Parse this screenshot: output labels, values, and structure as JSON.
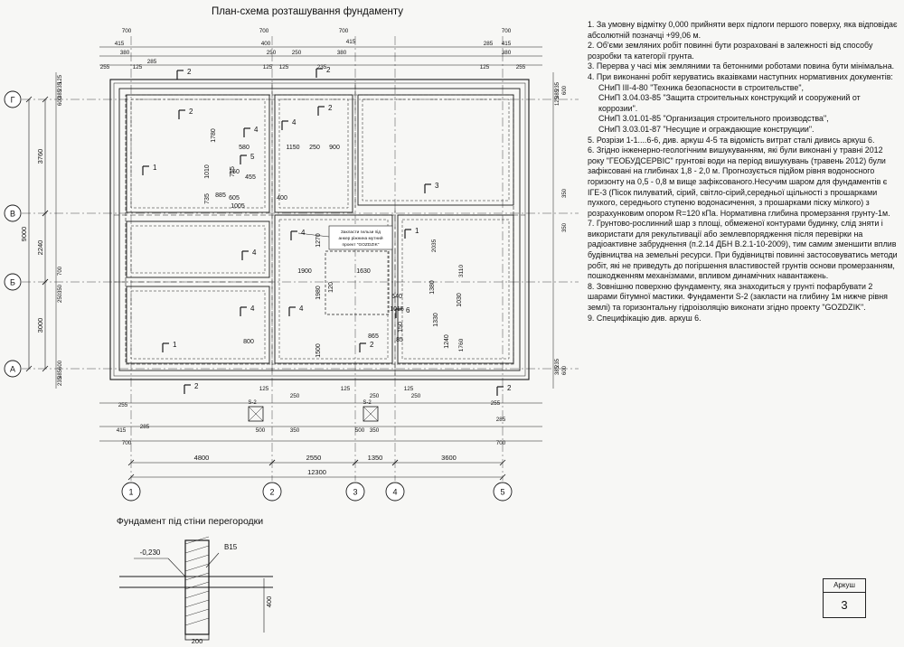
{
  "plan_title": "План-схема розташування фундаменту",
  "section_title": "Фундамент під стіни перегородки",
  "axes_letters": [
    "Г",
    "В",
    "Б",
    "А"
  ],
  "axes_numbers": [
    "1",
    "2",
    "3",
    "4",
    "5"
  ],
  "overall_dims": [
    "4800",
    "2550",
    "1350",
    "3600",
    "12300"
  ],
  "left_dims": [
    "9000",
    "3760",
    "2240",
    "3000"
  ],
  "left_small_dims": [
    "700",
    "350",
    "250",
    "600",
    "385",
    "235",
    "125"
  ],
  "right_dims": [
    "3110",
    "1760",
    "2035",
    "350",
    "600",
    "385",
    "235",
    "125"
  ],
  "top_dims": [
    "700",
    "415",
    "380",
    "255",
    "285",
    "125",
    "400",
    "250",
    "235"
  ],
  "interior_dims": [
    "1780",
    "580",
    "1150",
    "250",
    "900",
    "1010",
    "715",
    "735",
    "150",
    "455",
    "885",
    "605",
    "1005",
    "400",
    "1270",
    "1900",
    "1630",
    "1980",
    "120",
    "640",
    "1015",
    "1330",
    "150",
    "865",
    "1240",
    "800",
    "1500",
    "1030",
    "85",
    "1380"
  ],
  "section_markers": [
    "1",
    "2",
    "3",
    "4",
    "5",
    "6"
  ],
  "note_box": {
    "lines": [
      "Закласти гильзи під",
      "анкер ріжнина мутний",
      "проект \"GOZDZIK\""
    ]
  },
  "s2_label": "S-2",
  "section_elev": "-0,230",
  "section_concrete": "B15",
  "section_width": "200",
  "section_height": "400",
  "sheet_label": "Аркуш",
  "sheet_number": "3",
  "notes": [
    "1. За умовну відмітку 0,000 прийняти верх підлоги першого поверху, яка відповідає абсолютній позначці +99,06 м.",
    "2. Об'єми земляних робіт повинні бути розраховані в залежності від способу розробки та категорії грунта.",
    "3. Перерва у часі між земляними та бетонними роботами повина бути мінімальна.",
    "4. При виконанні робіт керуватись вказівками наступних нормативних документів:",
    "СНиП III-4-80 \"Техника безопасности в строительстве\",",
    "СНиП 3.04.03-85 \"Защита строительных конструкций и сооружений от коррозии\".",
    "СНиП 3.01.01-85 \"Организация строительного производства\",",
    "СНиП 3.03.01-87 \"Несущие и ограждающие конструкции\".",
    "5. Розрізи 1-1....6-6, див. аркуш 4-5 та відомість витрат сталі дивись аркуш 6.",
    "6. Згідно інженерно-геологічним вишукуванням, які були виконані у травні 2012 року \"ГЕОБУДСЕРВІС\" грунтові води на період вишукувань (травень 2012) були зафіксовані на глибинах 1,8 - 2,0 м. Прогнозується підйом рівня водоносного горизонту на 0,5 - 0,8 м вище зафіксованого.Несучим шаром для фундаментів є ІГЕ-3 (Пісок пилуватий, сірий, світло-сірий,середньої щільності з прошарками пухкого, середнього ступеню водонасичення, з прошарками піску мілкого) з розрахунковим опором R=120 кПа. Нормативна глибина промерзання грунту-1м.",
    "7. Грунтово-рослинний шар з площі, обмеженої контурами будинку, слід зняти і використати для рекультивації або землевпорядження після перевірки на радіоактивне забруднення (п.2.14 ДБН В.2.1-10-2009), тим самим зменшити вплив будівництва на земельні ресурси. При будівництві повинні застосовуватись методи робіт, які не приведуть до погіршення властивостей грунтів основи промерзанням, пошкодженням механізмами, впливом динамічних навантажень.",
    "8. Зовнішню поверхню фундаменту, яка знаходиться у грунті пофарбувати 2 шарами бітумної мастики. Фундаменти S-2 (закласти на глибину 1м нижче рівня землі) та горизонтальну гідроізоляцію виконати згідно проекту \"GOZDZIK\".",
    "9. Специфікацію див. аркуш 6."
  ]
}
